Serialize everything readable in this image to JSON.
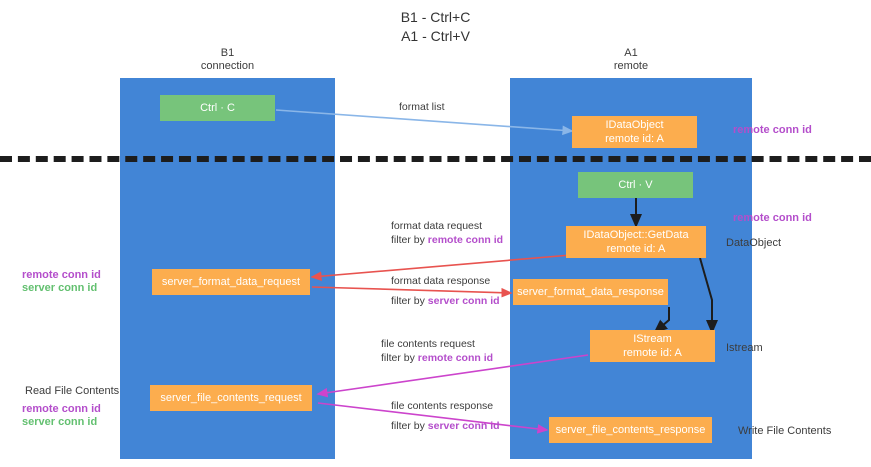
{
  "title": {
    "line1": "B1 - Ctrl+C",
    "line2": "A1 - Ctrl+V"
  },
  "lanes": [
    {
      "name": "B1",
      "subtitle": "connection",
      "color": "#4285d6"
    },
    {
      "name": "A1",
      "subtitle": "remote",
      "color": "#4285d6"
    }
  ],
  "colors": {
    "lane": "#4285d6",
    "green_box": "#77c47b",
    "orange_box": "#fcad4e",
    "purple_text": "#b44ecb",
    "green_text": "#63c070",
    "divider": "#1d1d1d",
    "arrow_blue": "#8ab6e8",
    "arrow_red": "#e8534f",
    "arrow_black": "#1d1d1d",
    "arrow_magenta": "#cc44cc"
  },
  "boxes": {
    "ctrl_c": {
      "line1": "Ctrl · C",
      "line2": ""
    },
    "ctrl_v": {
      "line1": "Ctrl · V",
      "line2": ""
    },
    "idataobject": {
      "line1": "IDataObject",
      "line2": "remote id: A"
    },
    "getdata": {
      "line1": "IDataObject::GetData",
      "line2": "remote id: A"
    },
    "istream": {
      "line1": "IStream",
      "line2": "remote id: A"
    },
    "fmt_req": {
      "line1": "server_format_data_request",
      "line2": ""
    },
    "fmt_resp": {
      "line1": "server_format_data_response",
      "line2": ""
    },
    "file_req": {
      "line1": "server_file_contents_request",
      "line2": ""
    },
    "file_resp": {
      "line1": "server_file_contents_response",
      "line2": ""
    }
  },
  "side_labels": {
    "remote_conn_id_top": "remote conn id",
    "remote_conn_id_mid": "remote conn id",
    "dataobject": "DataObject",
    "istream": "Istream",
    "write_file_contents": "Write File Contents",
    "read_file_contents": "Read File Contents",
    "left_mid_remote": "remote conn id",
    "left_mid_server": "server conn id",
    "left_bot_remote": "remote conn id",
    "left_bot_server": "server conn id"
  },
  "edge_labels": {
    "format_list": "format list",
    "fmt_req_line1": "format data request",
    "fmt_req_prefix": "filter by ",
    "fmt_req_key": "remote conn id",
    "fmt_resp_line1": "format data response",
    "fmt_resp_prefix": "filter by ",
    "fmt_resp_key": "server conn id",
    "file_req_line1": "file contents request",
    "file_req_prefix": "filter by ",
    "file_req_key": "remote conn id",
    "file_resp_line1": "file contents response",
    "file_resp_prefix": "filter by ",
    "file_resp_key": "server conn id"
  }
}
